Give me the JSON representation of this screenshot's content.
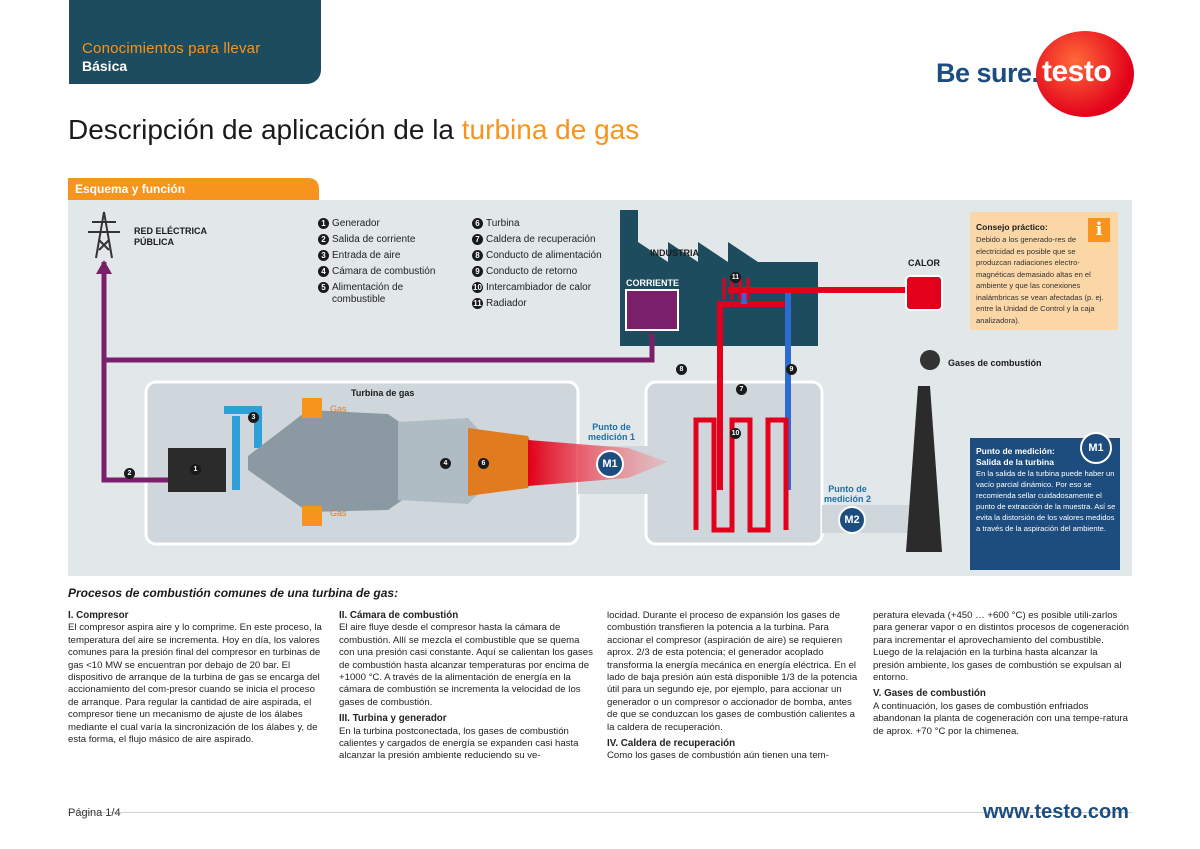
{
  "header": {
    "tab_line1": "Conocimientos para llevar",
    "tab_line2": "Básica",
    "brand_tagline": "Be sure.",
    "brand_logo": "testo"
  },
  "title": {
    "prefix": "Descripción de aplicación de la ",
    "highlight": "turbina de gas"
  },
  "section_tab": "Esquema y función",
  "diagram": {
    "red_electrica": "RED ELÉCTRICA\nPÚBLICA",
    "industria": "INDUSTRIA",
    "corriente": "CORRIENTE",
    "calor": "CALOR",
    "turbina_de_gas": "Turbina de gas",
    "gas_top": "Gas",
    "gas_bottom": "Gas",
    "gases_combustion": "Gases de combustión",
    "punto1": "Punto de\nmedición 1",
    "punto2": "Punto de\nmedición 2",
    "m1": "M1",
    "m2": "M2",
    "legend_left": [
      {
        "num": "1",
        "text": "Generador"
      },
      {
        "num": "2",
        "text": "Salida de corriente"
      },
      {
        "num": "3",
        "text": "Entrada de aire"
      },
      {
        "num": "4",
        "text": "Cámara de combustión"
      },
      {
        "num": "5",
        "text": "Alimentación de\ncombustible"
      }
    ],
    "legend_right": [
      {
        "num": "6",
        "text": "Turbina"
      },
      {
        "num": "7",
        "text": "Caldera de recuperación"
      },
      {
        "num": "8",
        "text": "Conducto de alimentación"
      },
      {
        "num": "9",
        "text": "Conducto de retorno"
      },
      {
        "num": "10",
        "text": "Intercambiador de calor"
      },
      {
        "num": "11",
        "text": "Radiador"
      }
    ],
    "tip_title": "Consejo práctico:",
    "tip_body": "Debido a los generado-res de electricidad es posible que se produzcan radiaciones electro-magnéticas demasiado altas en el ambiente y que las conexiones inalámbricas se vean afectadas (p. ej. entre la Unidad de Control y la caja analizadora).",
    "tip_icon": "i",
    "mp_title": "Punto de medición:\nSalida de la turbina",
    "mp_body": "En la salida de la turbina puede haber un vacío parcial dinámico. Por eso se recomienda sellar cuidadosamente el punto de extracción de la muestra. Así se evita la distorsión de los valores medidos a través de la aspiración del ambiente."
  },
  "body": {
    "title": "Procesos de combustión comunes de una turbina de gas:",
    "col1_h": "I. Compresor",
    "col1_p": "El compresor aspira aire y lo comprime. En este proceso, la temperatura del aire se incrementa. Hoy en día, los valores comunes para la presión final del compresor en turbinas de gas <10 MW se encuentran por debajo de 20 bar. El dispositivo de arranque de la turbina de gas se encarga del accionamiento del com-presor cuando se inicia el proceso de arranque. Para regular la cantidad de aire aspirada, el compresor tiene un mecanismo de ajuste de los álabes mediante el cual varía la sincronización de los álabes y, de esta forma, el flujo másico de aire aspirado.",
    "col2_h1": "II. Cámara de combustión",
    "col2_p1": "El aire fluye desde el compresor hasta la cámara de combustión. Allí se mezcla el combustible que se quema con una presión casi constante. Aquí se calientan los gases de combustión hasta alcanzar temperaturas por encima de +1000 °C. A través de la alimentación de energía en la cámara de combustión se incrementa la velocidad de los gases de combustión.",
    "col2_h2": "III. Turbina y generador",
    "col2_p2": "En la turbina postconectada, los gases de combustión calientes y cargados de energía se expanden casi hasta alcanzar la presión ambiente reduciendo su ve-",
    "col3_p1": "locidad. Durante el proceso de expansión los gases de combustión transfieren la potencia a la turbina. Para accionar el compresor (aspiración de aire) se requieren aprox. 2/3 de esta potencia; el generador acoplado transforma la energía mecánica en energía eléctrica. En el lado de baja presión aún está disponible 1/3 de la potencia útil para un segundo eje, por ejemplo, para accionar un generador o un compresor o accionador de bomba, antes de que se conduzcan los gases de combustión calientes a la caldera de recuperación.",
    "col3_h": "IV. Caldera de recuperación",
    "col3_p2": "Como los gases de combustión aún tienen una tem-",
    "col4_p1": "peratura elevada (+450 … +600 °C) es posible utili-zarlos para generar vapor o en distintos procesos de cogeneración para incrementar el aprovechamiento del combustible. Luego de la relajación en la turbina hasta alcanzar la presión ambiente, los gases de combustión se expulsan al entorno.",
    "col4_h": "V. Gases de combustión",
    "col4_p2": "A continuación, los gases de combustión enfriados abandonan la planta de cogeneración con una tempe-ratura de aprox. +70 °C por la chimenea."
  },
  "footer": {
    "page": "Página 1/4",
    "url": "www.testo.com"
  },
  "colors": {
    "brand_blue": "#1d4c7e",
    "orange": "#f7941d",
    "red": "#e2001a"
  }
}
